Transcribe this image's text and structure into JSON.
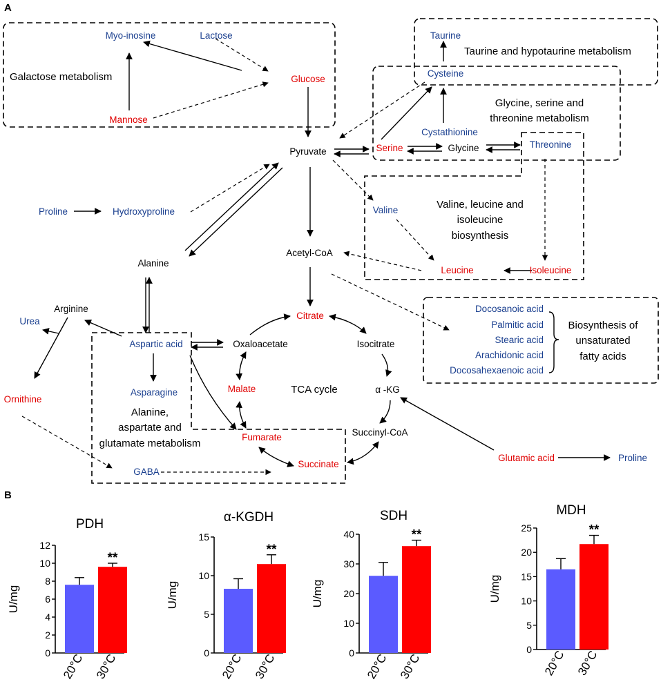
{
  "panels": {
    "a": "A",
    "b": "B"
  },
  "colors": {
    "red": "#e00000",
    "blue": "#1a3f8f",
    "black": "#000000",
    "bar_20": "#5b5bff",
    "bar_30": "#ff0000"
  },
  "metabolites": {
    "myo_inosine": "Myo-inosine",
    "lactose": "Lactose",
    "glucose": "Glucose",
    "mannose": "Mannose",
    "pyruvate": "Pyruvate",
    "serine": "Serine",
    "glycine": "Glycine",
    "threonine": "Threonine",
    "cystathionine": "Cystathionine",
    "cysteine": "Cysteine",
    "taurine": "Taurine",
    "proline_left": "Proline",
    "hydroxyproline": "Hydroxyproline",
    "valine": "Valine",
    "leucine": "Leucine",
    "isoleucine": "Isoleucine",
    "acetyl_coa": "Acetyl-CoA",
    "alanine": "Alanine",
    "arginine": "Arginine",
    "urea": "Urea",
    "ornithine": "Ornithine",
    "aspartic_acid": "Aspartic acid",
    "asparagine": "Asparagine",
    "gaba": "GABA",
    "oxaloacetate": "Oxaloacetate",
    "citrate": "Citrate",
    "isocitrate": "Isocitrate",
    "malate": "Malate",
    "akg": "α -KG",
    "succinyl_coa": "Succinyl-CoA",
    "fumarate": "Fumarate",
    "succinate": "Succinate",
    "glutamic_acid": "Glutamic acid",
    "proline_right": "Proline",
    "docosanoic": "Docosanoic acid",
    "palmitic": "Palmitic acid",
    "stearic": "Stearic acid",
    "arachidonic": "Arachidonic acid",
    "docosahexaenoic": "Docosahexaenoic acid"
  },
  "pathways": {
    "galactose": "Galactose metabolism",
    "taurine": "Taurine and hypotaurine metabolism",
    "gst_1": "Glycine,  serine and",
    "gst_2": "threonine  metabolism",
    "vli_1": "Valine, leucine and",
    "vli_2": "isoleucine",
    "vli_3": "biosynthesis",
    "ufa_1": "Biosynthesis  of",
    "ufa_2": "unsaturated",
    "ufa_3": "fatty acids",
    "tca": "TCA cycle",
    "aag_1": "Alanine,",
    "aag_2": "aspartate and",
    "aag_3": "glutamate metabolism"
  },
  "chart_data": [
    {
      "type": "bar",
      "title": "PDH",
      "ylabel": "U/mg",
      "categories": [
        "20°C",
        "30°C"
      ],
      "values": [
        7.6,
        9.6
      ],
      "errors": [
        0.8,
        0.4
      ],
      "ylim": [
        0,
        12
      ],
      "yticks": [
        0,
        2,
        4,
        6,
        8,
        10,
        12
      ],
      "significance": [
        "",
        "**"
      ]
    },
    {
      "type": "bar",
      "title": "α-KGDH",
      "ylabel": "U/mg",
      "categories": [
        "20°C",
        "30°C"
      ],
      "values": [
        8.3,
        11.5
      ],
      "errors": [
        1.3,
        1.2
      ],
      "ylim": [
        0,
        15
      ],
      "yticks": [
        0,
        5,
        10,
        15
      ],
      "significance": [
        "",
        "**"
      ]
    },
    {
      "type": "bar",
      "title": "SDH",
      "ylabel": "U/mg",
      "categories": [
        "20°C",
        "30°C"
      ],
      "values": [
        26,
        36
      ],
      "errors": [
        4.5,
        2
      ],
      "ylim": [
        0,
        40
      ],
      "yticks": [
        0,
        10,
        20,
        30,
        40
      ],
      "significance": [
        "",
        "**"
      ]
    },
    {
      "type": "bar",
      "title": "MDH",
      "ylabel": "U/mg",
      "categories": [
        "20°C",
        "30°C"
      ],
      "values": [
        16.5,
        21.7
      ],
      "errors": [
        2.2,
        1.8
      ],
      "ylim": [
        0,
        25
      ],
      "yticks": [
        0,
        5,
        10,
        15,
        20,
        25
      ],
      "significance": [
        "",
        "**"
      ]
    }
  ]
}
